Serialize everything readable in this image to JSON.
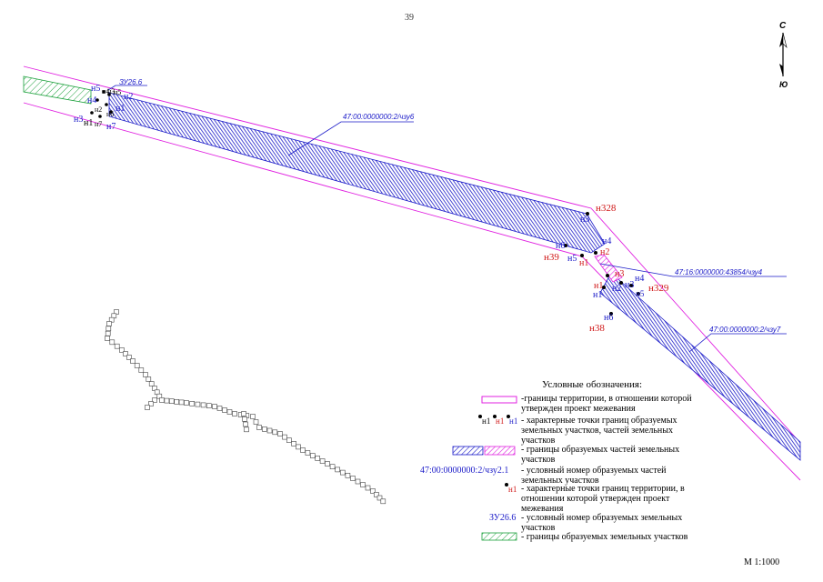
{
  "page_number": "39",
  "scale": "М 1:1000",
  "north_arrow": {
    "top_label": "С",
    "bottom_label": "Ю",
    "icon": "north-arrow-icon"
  },
  "colors": {
    "boundary": "#e020e0",
    "hatch_blue": "#1a1ac8",
    "hatch_green": "#1aa03a",
    "point_red": "#d01818",
    "point_blue": "#1a1ac8",
    "leader": "#1a1ac8"
  },
  "callouts": {
    "zu": "ЗУ26.6",
    "chzu6": "47:00:0000000:2/чзу6",
    "chzu4": "47:16:0000000:43854/чзу4",
    "chzu7": "47:00:0000000:2/чзу7"
  },
  "points_left": {
    "n5": "н5",
    "n4a": "н4",
    "n3a": "н3",
    "n5b": "н5",
    "n2": "н2",
    "n4": "н4",
    "n1a": "н1",
    "n2b": "н2",
    "n6": "н6",
    "n3": "н3",
    "n1": "н1",
    "n7a": "н7",
    "n7": "н7"
  },
  "points_right": {
    "n328": "н328",
    "n3": "н3",
    "n4": "н4",
    "n6": "н6",
    "n2": "н2",
    "n39": "н39",
    "n5": "н5",
    "n1": "н1",
    "n3b": "н3",
    "n4b": "н4",
    "n1c": "н1",
    "n2c": "н2",
    "n3c": "н3",
    "n5c": "н5",
    "n1d": "н1",
    "n329": "н329",
    "n6d": "н6",
    "n38": "н38"
  },
  "legend": {
    "title": "Условные обозначения:",
    "items": [
      {
        "text": "-границы территории, в отношении которой утвержден проект межевания"
      },
      {
        "symbol_labels": [
          "н1",
          "н1",
          "н1"
        ],
        "text": "- характерные точки границ образуемых земельных участков, частей земельных участков"
      },
      {
        "text": "- границы образуемых частей земельных участков"
      },
      {
        "code": "47:00:0000000:2/чзу2.1",
        "text": "- условный номер образуемых частей земельных участков"
      },
      {
        "symbol_label": "н1",
        "text": "- характерные точки границ территории, в отношении которой утвержден проект межевания"
      },
      {
        "code": "ЗУ26.6",
        "text": "- условный номер образуемых земельных участков"
      },
      {
        "text": "- границы образуемых земельных участков"
      }
    ]
  }
}
